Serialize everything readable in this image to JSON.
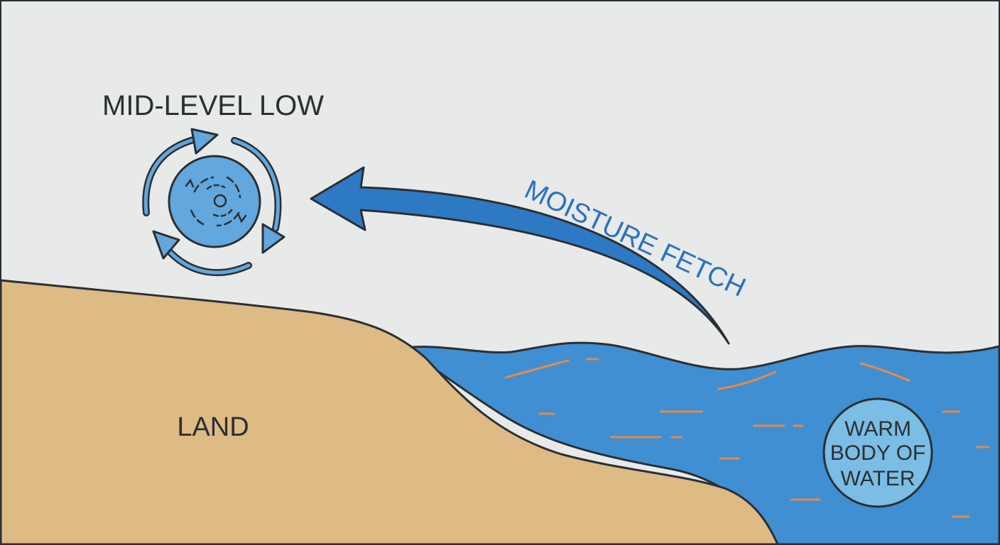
{
  "labels": {
    "low": "MID-LEVEL LOW",
    "fetch": "MOISTURE FETCH",
    "land": "LAND",
    "water_lines": [
      "WARM",
      "BODY OF",
      "WATER"
    ]
  },
  "colors": {
    "sky": "#e8e9e9",
    "land": "#deba85",
    "water": "#3f8fd2",
    "vortex": "#62a7dd",
    "arrow": "#2e79c4",
    "fetch_text": "#2a72c0",
    "outline": "#2b2f33",
    "ripple": "#e58a4a",
    "badge": "#7bbde4"
  }
}
